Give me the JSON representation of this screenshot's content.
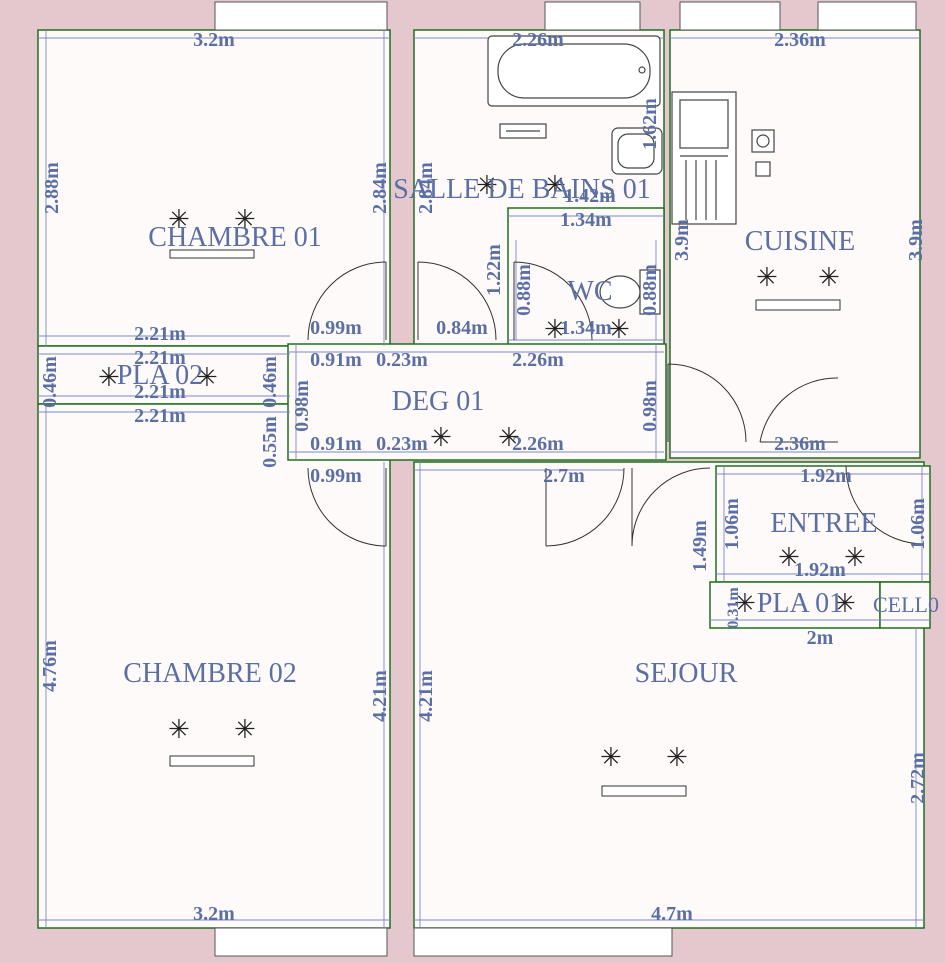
{
  "colors": {
    "wall": "#e4c8ce",
    "floor": "#fffafa",
    "label": "#5b6fa5",
    "wall_line": "#1e6e1e",
    "dim_line": "#7a88c6"
  },
  "rooms": [
    {
      "id": "chambre-01",
      "label": "CHAMBRE 01"
    },
    {
      "id": "chambre-02",
      "label": "CHAMBRE 02"
    },
    {
      "id": "salle-de-bains-01",
      "label": "SALLE DE BAINS 01"
    },
    {
      "id": "cuisine",
      "label": "CUISINE"
    },
    {
      "id": "wc",
      "label": "WC"
    },
    {
      "id": "deg-01",
      "label": "DEG 01"
    },
    {
      "id": "pla-02",
      "label": "PLA 02"
    },
    {
      "id": "entree",
      "label": "ENTREE"
    },
    {
      "id": "sejour",
      "label": "SEJOUR"
    },
    {
      "id": "pla-01",
      "label": "PLA 01"
    },
    {
      "id": "placard-small",
      "label": "CELL0"
    }
  ],
  "dimensions": [
    {
      "id": "chambre01-top",
      "text": "3.2m"
    },
    {
      "id": "chambre01-left",
      "text": "2.88m"
    },
    {
      "id": "chambre01-right",
      "text": "2.84m"
    },
    {
      "id": "sdb-top",
      "text": "2.26m"
    },
    {
      "id": "sdb-left",
      "text": "2.84m"
    },
    {
      "id": "sdb-inner",
      "text": "1.42m"
    },
    {
      "id": "sdb-right",
      "text": "1.62m"
    },
    {
      "id": "cuisine-top",
      "text": "2.36m"
    },
    {
      "id": "cuisine-left",
      "text": "3.9m"
    },
    {
      "id": "cuisine-right",
      "text": "3.9m"
    },
    {
      "id": "cuisine-bottom",
      "text": "2.36m"
    },
    {
      "id": "wc-top",
      "text": "1.34m"
    },
    {
      "id": "wc-bottom",
      "text": "1.34m"
    },
    {
      "id": "wc-left",
      "text": "0.88m"
    },
    {
      "id": "wc-right",
      "text": "0.88m"
    },
    {
      "id": "wc-left-outer",
      "text": "1.22m"
    },
    {
      "id": "pla02-top1",
      "text": "2.21m"
    },
    {
      "id": "pla02-top2",
      "text": "2.21m"
    },
    {
      "id": "pla02-bot1",
      "text": "2.21m"
    },
    {
      "id": "pla02-bot2",
      "text": "2.21m"
    },
    {
      "id": "pla02-left",
      "text": "0.46m"
    },
    {
      "id": "pla02-right",
      "text": "0.46m"
    },
    {
      "id": "deg-top-left",
      "text": "0.99m"
    },
    {
      "id": "deg-top-mid",
      "text": "0.84m"
    },
    {
      "id": "deg-in-left-top",
      "text": "0.91m"
    },
    {
      "id": "deg-in-mid-top",
      "text": "0.23m"
    },
    {
      "id": "deg-in-right-top",
      "text": "2.26m"
    },
    {
      "id": "deg-left",
      "text": "0.98m"
    },
    {
      "id": "deg-right",
      "text": "0.98m"
    },
    {
      "id": "deg-left-outer",
      "text": "0.55m"
    },
    {
      "id": "deg-in-left-bot",
      "text": "0.91m"
    },
    {
      "id": "deg-in-mid-bot",
      "text": "0.23m"
    },
    {
      "id": "deg-in-right-bot",
      "text": "2.26m"
    },
    {
      "id": "deg-bot-left",
      "text": "0.99m"
    },
    {
      "id": "sejour-top",
      "text": "2.7m"
    },
    {
      "id": "entree-top",
      "text": "1.92m"
    },
    {
      "id": "entree-bottom",
      "text": "1.92m"
    },
    {
      "id": "entree-left",
      "text": "1.06m"
    },
    {
      "id": "entree-right",
      "text": "1.06m"
    },
    {
      "id": "entree-left-outer",
      "text": "1.49m"
    },
    {
      "id": "pla01-left",
      "text": "0.31m"
    },
    {
      "id": "pla01-bottom",
      "text": "2m"
    },
    {
      "id": "chambre02-left",
      "text": "4.76m"
    },
    {
      "id": "chambre02-right",
      "text": "4.21m"
    },
    {
      "id": "sejour-left",
      "text": "4.21m"
    },
    {
      "id": "sejour-right",
      "text": "2.72m"
    },
    {
      "id": "chambre02-bottom",
      "text": "3.2m"
    },
    {
      "id": "sejour-bottom",
      "text": "4.7m"
    }
  ]
}
